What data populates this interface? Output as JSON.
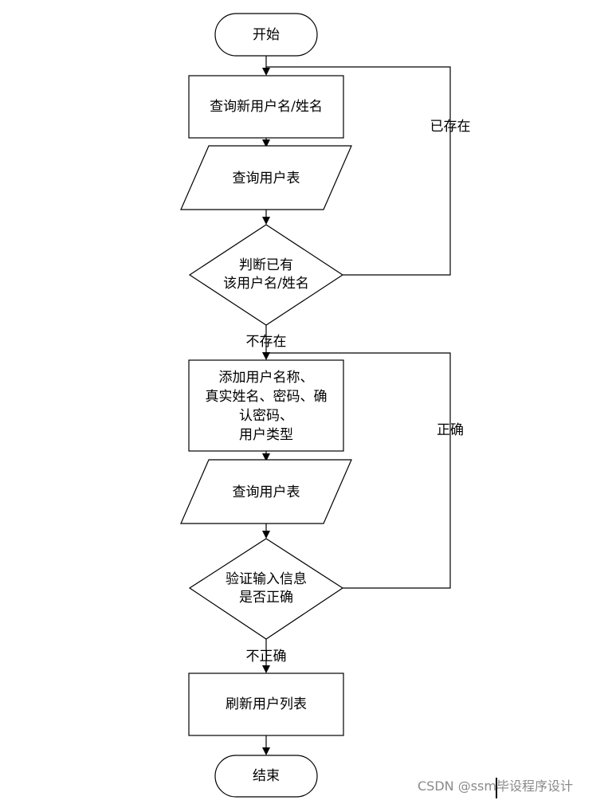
{
  "nodes": {
    "start": {
      "text": "开始"
    },
    "query_name": {
      "text": "查询新用户名/姓名"
    },
    "query_table_1": {
      "text": "查询用户表"
    },
    "check_exists": {
      "lines": [
        "判断已有",
        "该用户名/姓名"
      ]
    },
    "add_user": {
      "lines": [
        "添加用户名称、",
        "真实姓名、密码、确",
        "认密码、",
        "用户类型"
      ]
    },
    "query_table_2": {
      "text": "查询用户表"
    },
    "validate": {
      "lines": [
        "验证输入信息",
        "是否正确"
      ]
    },
    "refresh": {
      "text": "刷新用户列表"
    },
    "end": {
      "text": "结束"
    }
  },
  "edges": {
    "exists": "已存在",
    "not_exists": "不存在",
    "correct": "正确",
    "incorrect": "不正确"
  },
  "watermark": {
    "text": "CSDN @ssm毕设程序设计"
  }
}
